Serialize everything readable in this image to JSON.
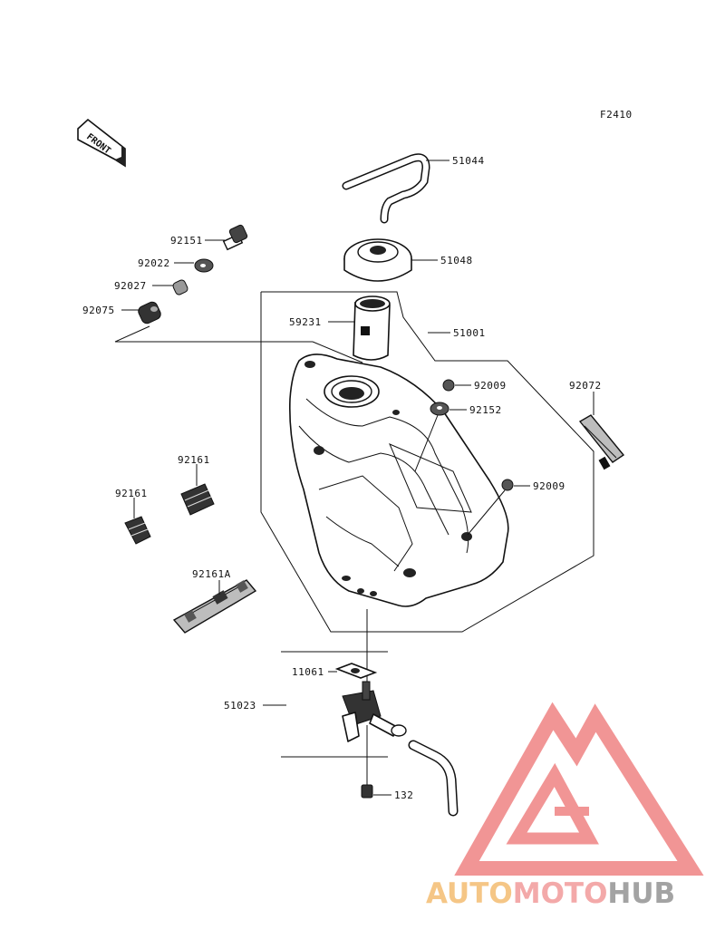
{
  "figure_code": "F2410",
  "front_arrow_text": "FRONT",
  "callouts": {
    "p51044": "51044",
    "p51048": "51048",
    "p92151": "92151",
    "p92022": "92022",
    "p92027": "92027",
    "p92075": "92075",
    "p59231": "59231",
    "p51001": "51001",
    "p92009a": "92009",
    "p92152": "92152",
    "p92072": "92072",
    "p92009b": "92009",
    "p92161a": "92161",
    "p92161b": "92161",
    "p92161A": "92161A",
    "p11061": "11061",
    "p51023": "51023",
    "p132": "132"
  },
  "watermark": {
    "part1": "AUTO",
    "part2": "MOTO",
    "part3": "HUB",
    "colors": {
      "triangle": "#f08a8a",
      "auto": "#f5c07a",
      "moto": "#f2a0a0",
      "hub": "#9a9a9a"
    }
  }
}
